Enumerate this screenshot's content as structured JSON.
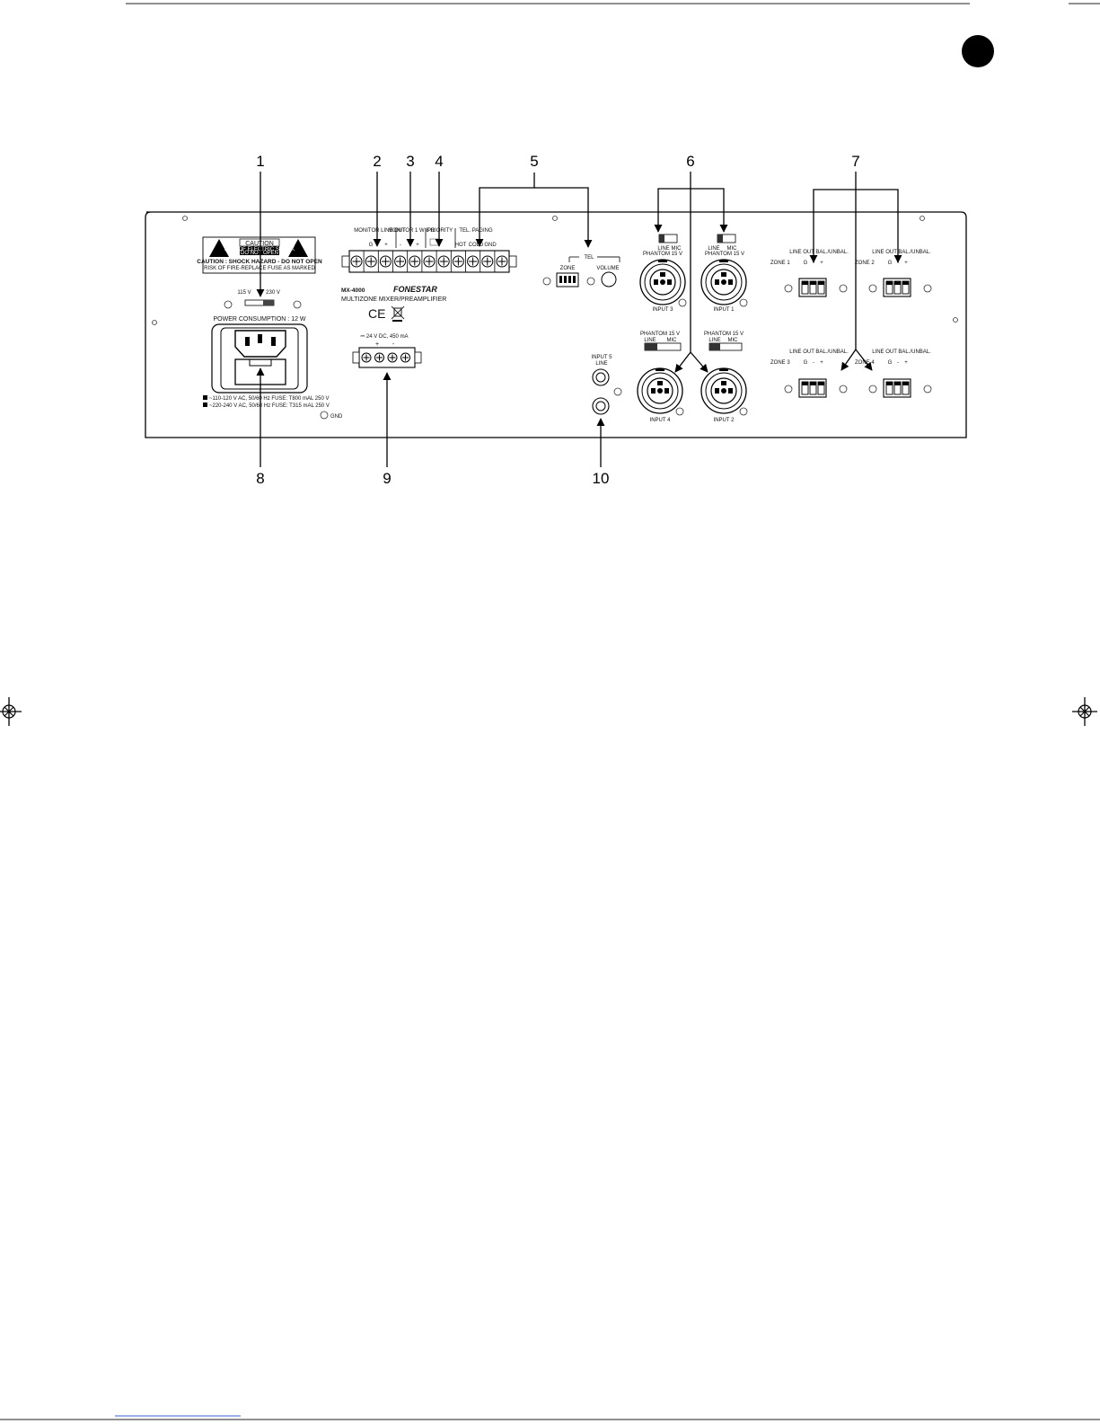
{
  "callouts": [
    "1",
    "2",
    "3",
    "4",
    "5",
    "6",
    "7",
    "8",
    "9",
    "10"
  ],
  "caution": {
    "title": "CAUTION",
    "sub1": "RISK OF ELECTRIC SHOCK",
    "sub2": "DO NOT OPEN",
    "line1": "CAUTION : SHOCK HAZARD - DO NOT OPEN",
    "line2": "RISK OF FIRE-REPLACE FUSE AS MARKED"
  },
  "voltage": {
    "v115": "115 V",
    "v230": "230 V"
  },
  "power_consumption": "POWER CONSUMPTION : 12 W",
  "fuse_notes": [
    "~110-120 V AC, 50/60 Hz FUSE: T800 mAL 250 V",
    "~220-240 V AC, 50/60 Hz FUSE: T315 mAL 250 V"
  ],
  "gnd": "GND",
  "terminals": {
    "monitor_line_out": "MONITOR LINE OUT",
    "monitor_1w": "MONITOR 1 W 8 Ω",
    "priority": "PRIORITY",
    "tel_paging": "TEL. PAGING",
    "g": "G",
    "plus": "+",
    "minus": "-",
    "hot": "HOT",
    "cold": "COLD",
    "gnd": "GND"
  },
  "model": "MX-4000",
  "brand": "FONESTAR",
  "description": "MULTIZONE MIXER/PREAMPLIFIER",
  "ce": "CE",
  "dc": {
    "label": "⎓ 24 V DC, 450 mA",
    "plus": "+",
    "minus": "-"
  },
  "tel": {
    "title": "TEL",
    "zone": "ZONE",
    "volume": "VOLUME"
  },
  "inputs": {
    "line": "LINE",
    "mic": "MIC",
    "phantom": "PHANTOM 15 V",
    "input1": "INPUT 1",
    "input2": "INPUT 2",
    "input3": "INPUT 3",
    "input4": "INPUT 4",
    "input5": "INPUT 5",
    "input5_sub": "LINE"
  },
  "zones": {
    "line_out": "LINE OUT BAL./UNBAL.",
    "zone1": "ZONE 1",
    "zone2": "ZONE 2",
    "zone3": "ZONE 3",
    "zone4": "ZONE 4",
    "g": "G",
    "minus": "-",
    "plus": "+"
  }
}
